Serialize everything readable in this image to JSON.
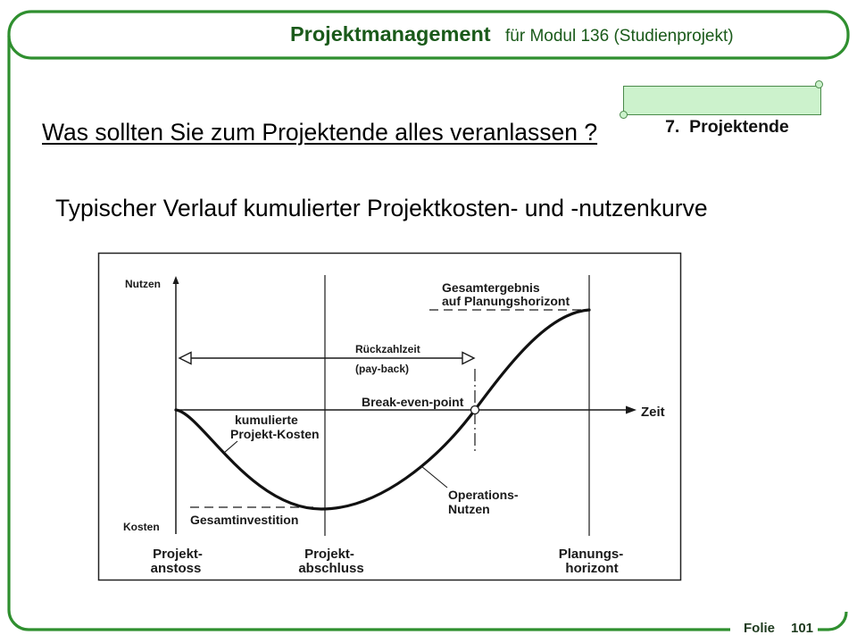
{
  "header": {
    "title": "Projektmanagement",
    "subtitle": "für Modul 136 (Studienprojekt)"
  },
  "section_badge": {
    "label": "7.  Projektende"
  },
  "heading": "Was sollten Sie zum Projektende alles veranlassen ?",
  "subheading": "Typischer Verlauf kumulierter Projektkosten- und -nutzenkurve",
  "diagram": {
    "axis_top_label": "Nutzen",
    "axis_bottom_label": "Kosten",
    "time_axis_label": "Zeit",
    "total_result": [
      "Gesamtergebnis",
      "auf Planungshorizont"
    ],
    "payback": [
      "Rückzahlzeit",
      "(pay-back)"
    ],
    "break_even": "Break-even-point",
    "cost_curve": [
      "kumulierte",
      "Projekt-Kosten"
    ],
    "benefit_curve": [
      "Operations-",
      "Nutzen"
    ],
    "total_investment": "Gesamtinvestition",
    "milestones": [
      [
        "Projekt-",
        "anstoss"
      ],
      [
        "Projekt-",
        "abschluss"
      ],
      [
        "Planungs-",
        "horizont"
      ]
    ]
  },
  "footer": {
    "label": "Folie",
    "page": "101"
  },
  "colors": {
    "frame": "#2f8f2f",
    "header_text": "#1a5a1a",
    "badge_fill": "#ccf2cc",
    "badge_border": "#4a8a4a"
  }
}
